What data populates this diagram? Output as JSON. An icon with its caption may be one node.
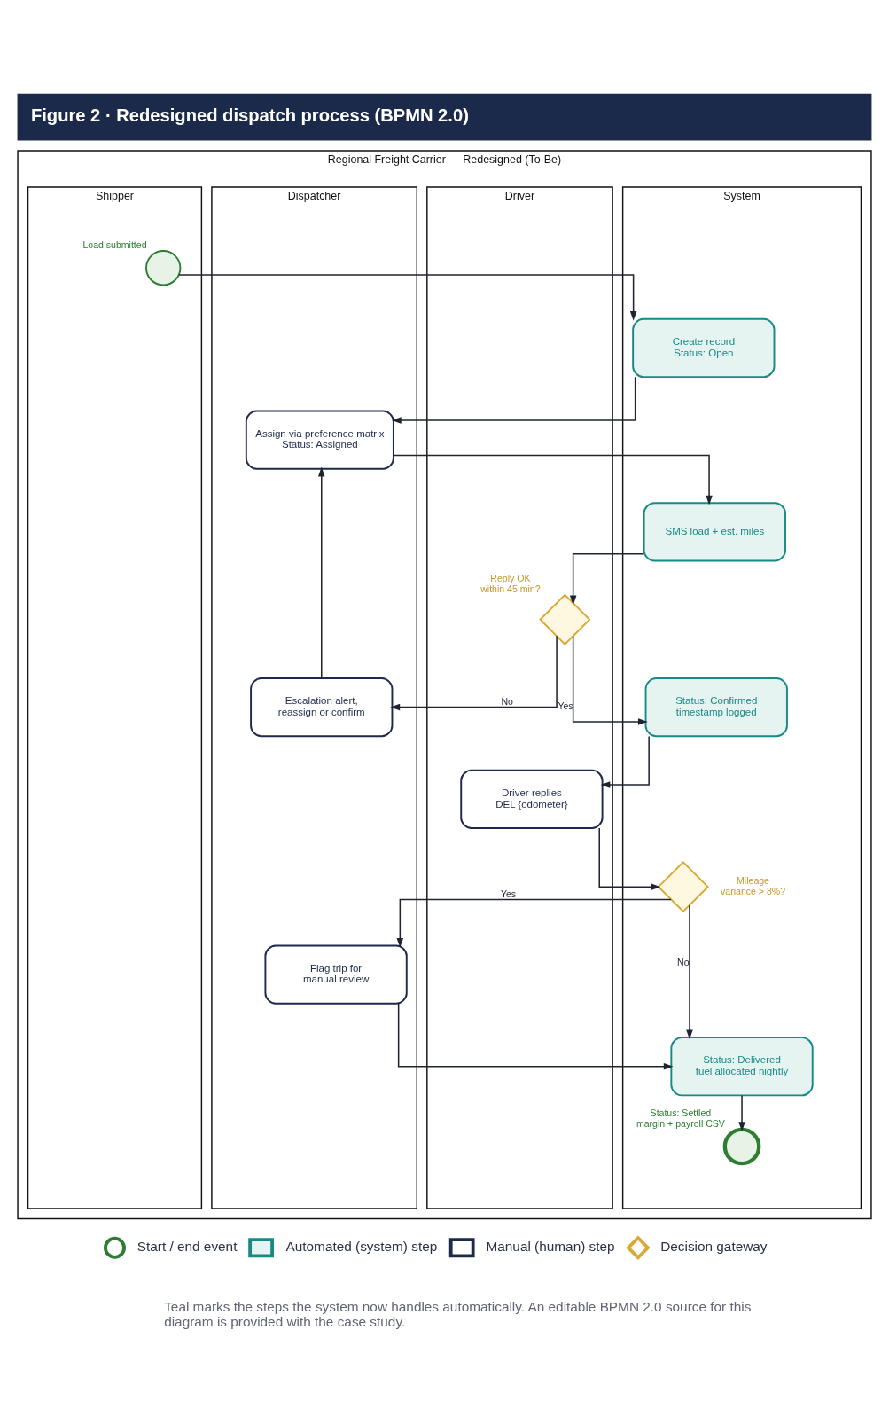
{
  "diagram": {
    "title": "Figure 2 · Redesigned dispatch process (BPMN 2.0)",
    "caption": "Teal marks the steps the system now handles automatically. An editable BPMN 2.0 source for this diagram is provided with the case study.",
    "nodes": [
      {
        "text": [
          "Regional Freight Carrier — Redesigned (To-Be)"
        ]
      },
      {
        "text": [
          "Shipper"
        ],
        "in": 0
      },
      {
        "text": [
          "Dispatcher"
        ],
        "in": 0
      },
      {
        "text": [
          "Driver"
        ],
        "in": 0
      },
      {
        "text": [
          "System"
        ],
        "in": 0
      },
      {
        "text": [],
        "shape": "circle",
        "in": 1,
        "beside": [
          "Load submitted"
        ]
      },
      {
        "text": [
          "Create record",
          "Status: Open"
        ],
        "in": 4
      },
      {
        "text": [
          "Assign via preference matrix",
          "Status: Assigned"
        ],
        "in": 2
      },
      {
        "text": [
          "SMS load + est. miles"
        ],
        "in": 4
      },
      {
        "text": [],
        "shape": "diamond",
        "in": 3,
        "beside": [
          "Reply OK within 45 min?"
        ]
      },
      {
        "text": [
          "Escalation alert, reassign or confirm"
        ],
        "in": 2
      },
      {
        "text": [
          "Status: Confirmed",
          "timestamp logged"
        ],
        "in": 4
      },
      {
        "text": [
          "Driver replies",
          "DEL {odometer}"
        ],
        "in": 3
      },
      {
        "text": [],
        "shape": "diamond",
        "in": 4,
        "beside": [
          "Mileage variance > 8%?"
        ]
      },
      {
        "text": [
          "Flag trip for manual review"
        ],
        "in": 2
      },
      {
        "text": [
          "Status: Delivered",
          "fuel allocated nightly"
        ],
        "in": 4
      },
      {
        "text": [],
        "shape": "circle",
        "in": 4,
        "beside": [
          "Status: Settled margin + payroll CSV"
        ]
      }
    ],
    "edges": [
      {
        "from": 5,
        "to": 6,
        "arrow": "to"
      },
      {
        "from": 6,
        "to": 7,
        "arrow": "to"
      },
      {
        "from": 7,
        "to": 8,
        "arrow": "to"
      },
      {
        "from": 8,
        "to": 9,
        "arrow": "to"
      },
      {
        "from": 9,
        "to": 10,
        "arrow": "to",
        "label": "No"
      },
      {
        "from": 9,
        "to": 11,
        "arrow": "to",
        "label": "Yes"
      },
      {
        "from": 10,
        "to": 7,
        "arrow": "to"
      },
      {
        "from": 11,
        "to": 12,
        "arrow": "to"
      },
      {
        "from": 12,
        "to": 13,
        "arrow": "to"
      },
      {
        "from": 13,
        "to": 14,
        "arrow": "to",
        "label": "Yes"
      },
      {
        "from": 13,
        "to": 15,
        "arrow": "to",
        "label": "No"
      },
      {
        "from": 14,
        "to": 15,
        "arrow": "to"
      },
      {
        "from": 15,
        "to": 16,
        "arrow": "to"
      }
    ],
    "legend": [
      {
        "text": "Start / end event",
        "color": "#2e7d32"
      },
      {
        "text": "Automated (system) step",
        "color": "#178a85"
      },
      {
        "text": "Manual (human) step",
        "color": "#1e2a4a"
      },
      {
        "text": "Decision gateway",
        "color": "#d9a835"
      }
    ]
  }
}
